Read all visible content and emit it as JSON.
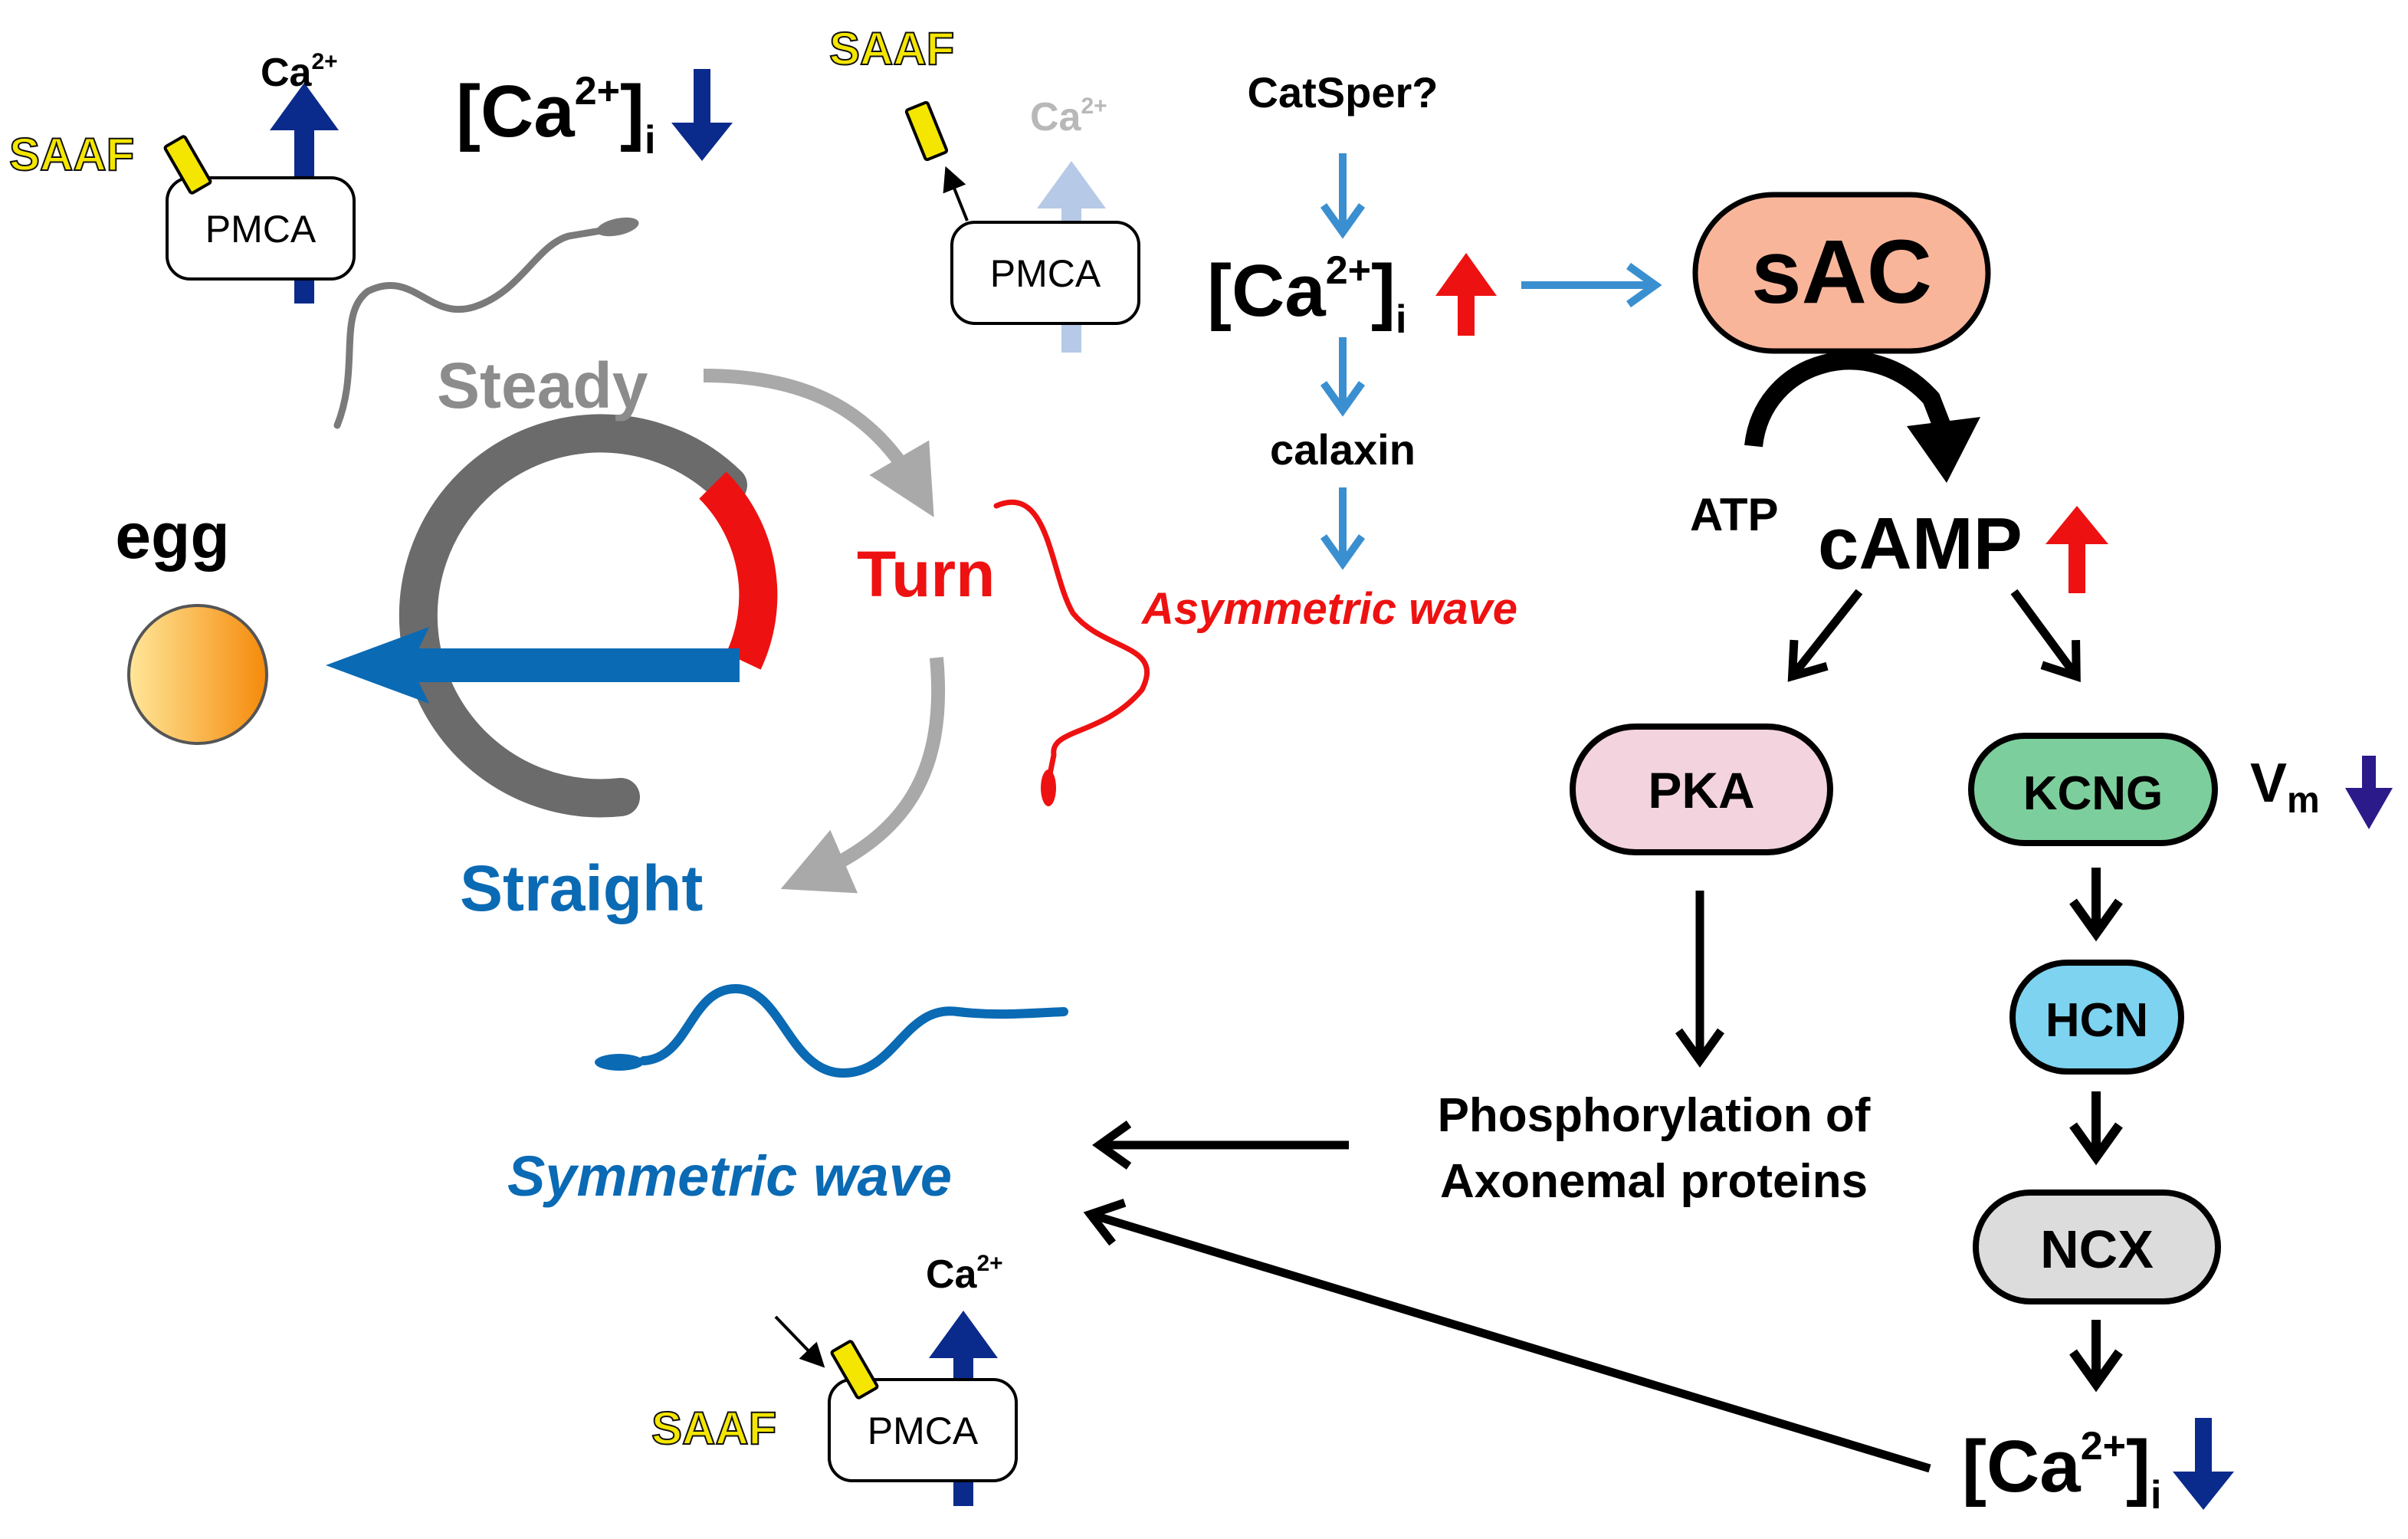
{
  "labels": {
    "ca2_plus": "Ca",
    "ca2_sup": "2+",
    "ca_bracket_open": "[Ca",
    "ca_bracket_close": "]",
    "ca_sub_i": "i",
    "saaf": "SAAF",
    "pmca": "PMCA",
    "catsper": "CatSper?",
    "calaxin": "calaxin",
    "sac": "sAC",
    "atp": "ATP",
    "camp": "cAMP",
    "pka": "PKA",
    "kcng": "KCNG",
    "hcn": "HCN",
    "ncx": "NCX",
    "vm_v": "V",
    "vm_sub": "m",
    "phos_line1": "Phosphorylation of",
    "phos_line2": "Axonemal proteins",
    "egg": "egg",
    "steady": "Steady",
    "turn": "Turn",
    "straight": "Straight",
    "asym_wave": "Asymmetric wave",
    "sym_wave": "Symmetric wave"
  },
  "colors": {
    "blue_dark": "#0a2a8c",
    "blue_light": "#b6c9e6",
    "blue_path": "#3a8fd0",
    "blue_main": "#0a6ab4",
    "red": "#ee1111",
    "gray_dark": "#6b6b6b",
    "gray_light": "#a9a9a9",
    "saaf_yellow": "#f4e600",
    "sac_fill": "#f9b59a",
    "pka_fill": "#f3d3dd",
    "kcng_fill": "#7ccf9c",
    "hcn_fill": "#7dd3f0",
    "ncx_fill": "#dcdcdc",
    "vm_arrow": "#2a1a8a"
  }
}
